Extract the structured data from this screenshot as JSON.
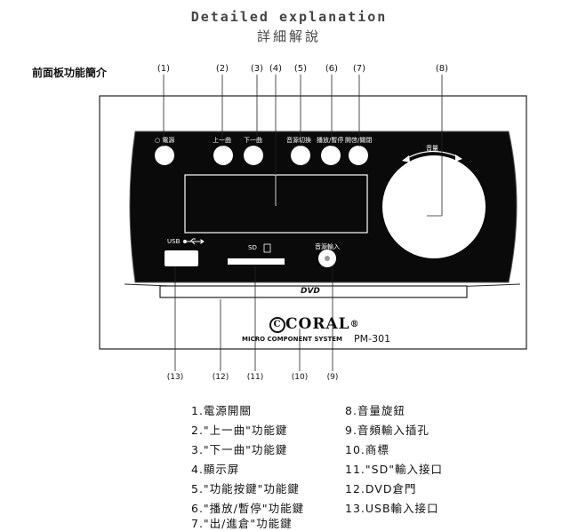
{
  "header": {
    "title_en": "Detailed explanation",
    "title_zh": "詳細解說",
    "section_label": "前面板功能簡介"
  },
  "callouts_top": [
    "(1)",
    "(2)",
    "(3)",
    "(4)",
    "(5)",
    "(6)",
    "(7)",
    "(8)"
  ],
  "callouts_bottom": [
    "(13)",
    "(12)",
    "(11)",
    "(10)",
    "(9)"
  ],
  "device": {
    "labels": {
      "power": "電源",
      "prev": "上一曲",
      "next": "下一曲",
      "func": "音源切換",
      "play": "播放/暫停",
      "eject": "開啓/關閉",
      "volume": "音量",
      "usb": "USB",
      "sd": "SD",
      "aux": "音源輸入",
      "tray": "DVD"
    },
    "brand": "CORAL",
    "brand_mark": "®",
    "subtitle": "MICRO COMPONENT SYSTEM",
    "model": "PM-301"
  },
  "legend_left": [
    "1.電源開關",
    "2.\"上一曲\"功能鍵",
    "3.\"下一曲\"功能鍵",
    "4.顯示屏",
    "5.\"功能按鍵\"功能鍵",
    "6.\"播放/暫停\"功能鍵",
    "7.\"出/進倉\"功能鍵"
  ],
  "legend_right": [
    "8.音量旋鈕",
    "9.音頻輸入插孔",
    "10.商標",
    "11.\"SD\"輸入接口",
    "12.DVD倉門",
    "13.USB輸入接口"
  ]
}
